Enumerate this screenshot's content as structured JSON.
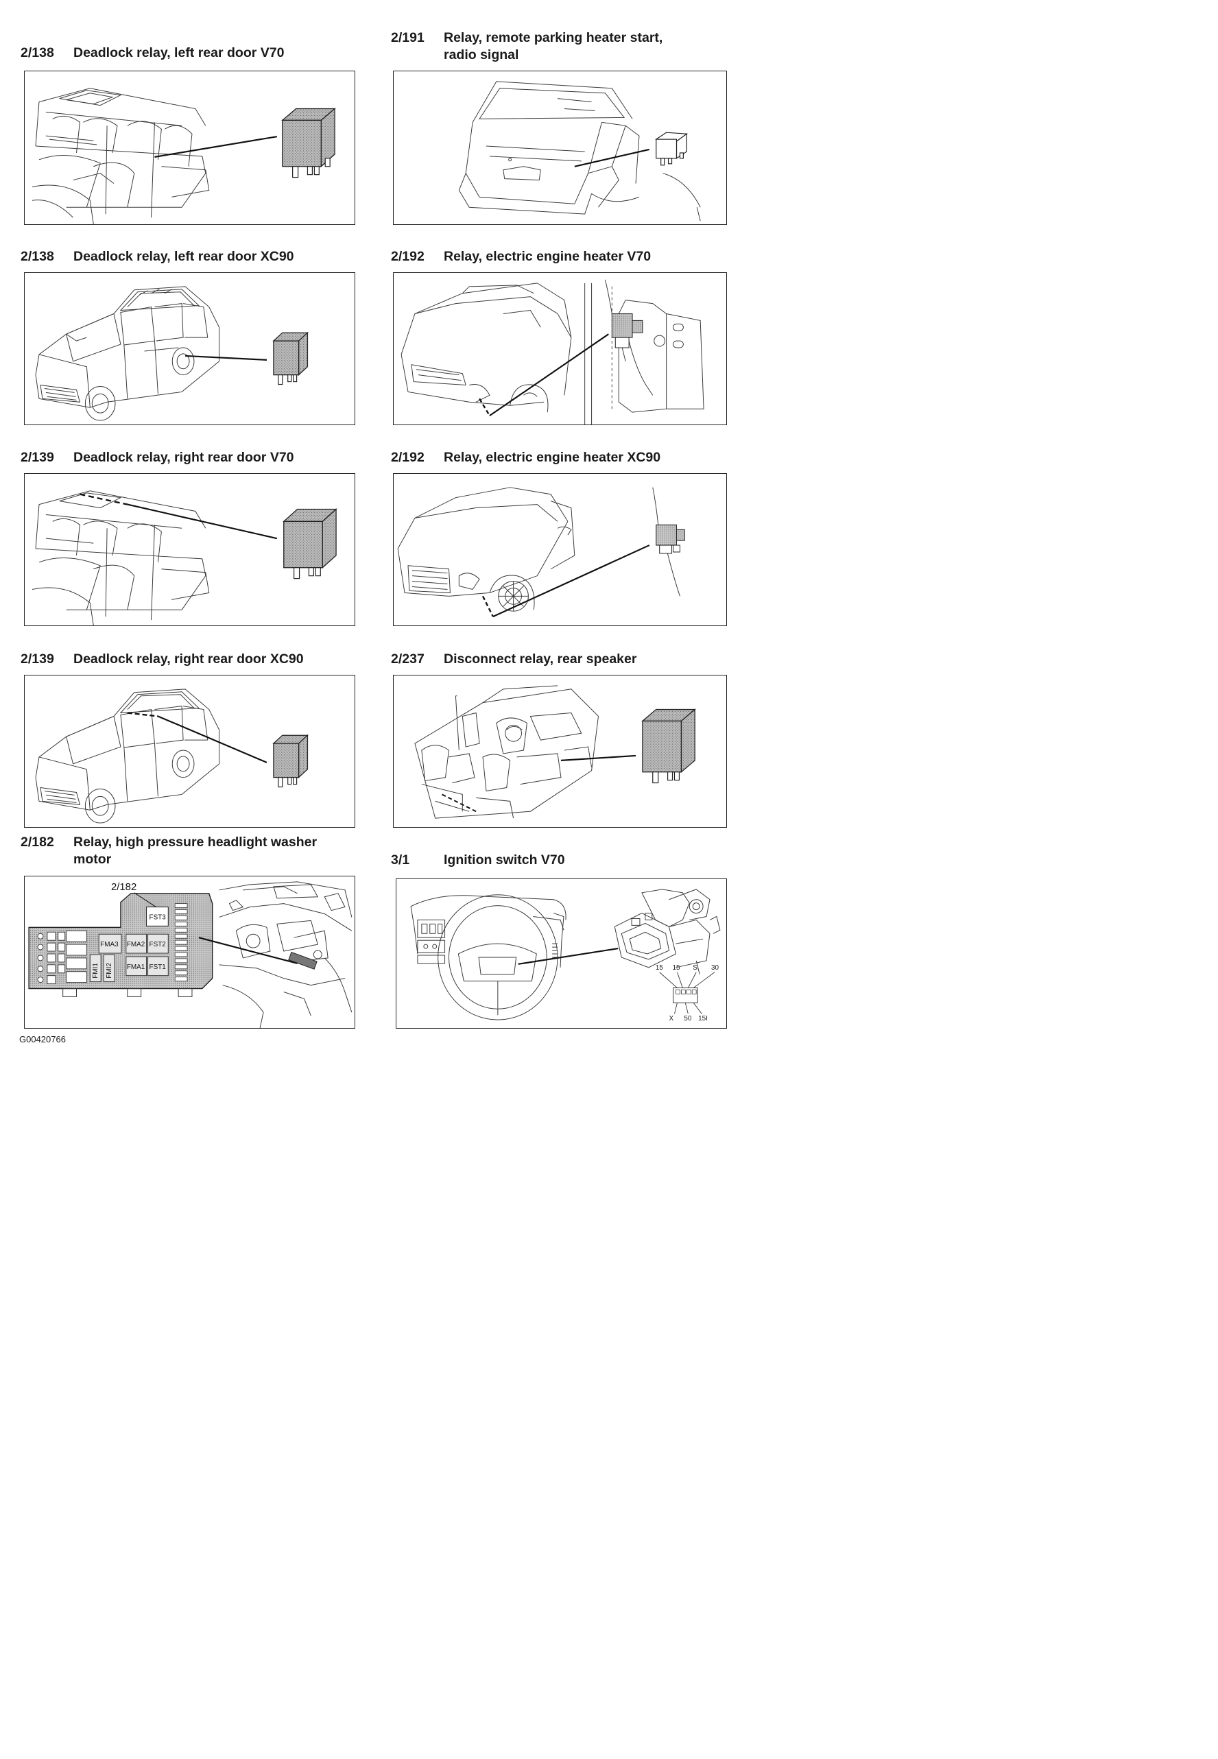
{
  "items": [
    {
      "code": "2/138",
      "title_lines": [
        "Deadlock relay, left rear door V70"
      ]
    },
    {
      "code": "2/191",
      "title_lines": [
        "Relay, remote parking heater start,",
        "radio signal"
      ]
    },
    {
      "code": "2/138",
      "title_lines": [
        "Deadlock relay, left rear door XC90"
      ]
    },
    {
      "code": "2/192",
      "title_lines": [
        "Relay, electric engine heater V70"
      ]
    },
    {
      "code": "2/139",
      "title_lines": [
        "Deadlock relay, right rear door V70"
      ]
    },
    {
      "code": "2/192",
      "title_lines": [
        "Relay, electric engine heater XC90"
      ]
    },
    {
      "code": "2/139",
      "title_lines": [
        "Deadlock relay, right rear door XC90"
      ]
    },
    {
      "code": "2/237",
      "title_lines": [
        "Disconnect relay, rear speaker"
      ]
    },
    {
      "code": "2/182",
      "title_lines": [
        "Relay, high pressure headlight washer",
        "motor"
      ]
    },
    {
      "code": "3/1",
      "title_lines": [
        "Ignition switch V70"
      ]
    }
  ],
  "fusebox": {
    "callout": "2/182",
    "labels": [
      "FST3",
      "FMA3",
      "FMA2",
      "FST2",
      "FMA1",
      "FST1",
      "FMI1",
      "FMI2"
    ]
  },
  "ignition": {
    "top_terminals": [
      "15",
      "15",
      "S",
      "30"
    ],
    "bottom_terminals": [
      "X",
      "50",
      "15I"
    ]
  },
  "reference_code": "G00420766"
}
